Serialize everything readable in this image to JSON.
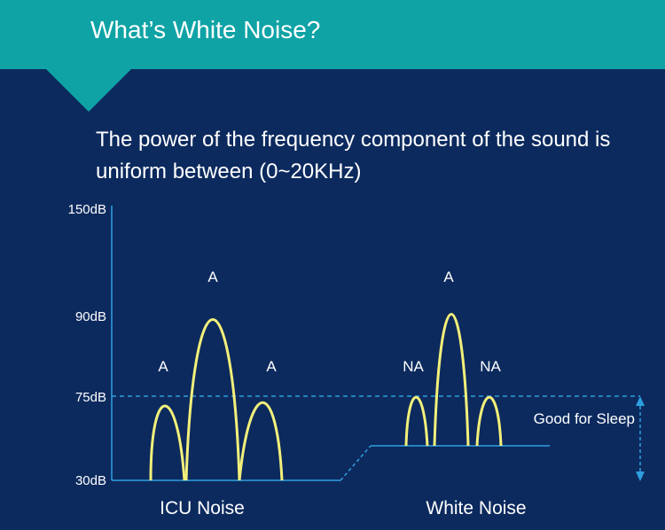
{
  "header": {
    "title": "What’s White Noise?"
  },
  "subtitle": "The power of the frequency component of the sound is uniform between (0~20KHz)",
  "colors": {
    "banner": "#0fa3a6",
    "background": "#0c2a5e",
    "axis": "#2e9fe0",
    "wave": "#f2f07a",
    "text": "#ffffff"
  },
  "chart_data": {
    "type": "diagram",
    "y_ticks": [
      "150dB",
      "90dB",
      "75dB",
      "30dB"
    ],
    "threshold_db": 75,
    "groups": [
      {
        "name": "ICU Noise",
        "baseline_db": 30,
        "peaks": [
          {
            "label": "A",
            "db": 75
          },
          {
            "label": "A",
            "db": 90
          },
          {
            "label": "A",
            "db": 75
          }
        ]
      },
      {
        "name": "White Noise",
        "peaks": [
          {
            "label": "NA",
            "db": 75
          },
          {
            "label": "A",
            "db": 90
          },
          {
            "label": "NA",
            "db": 75
          }
        ]
      }
    ],
    "annotation": "Good for Sleep"
  }
}
